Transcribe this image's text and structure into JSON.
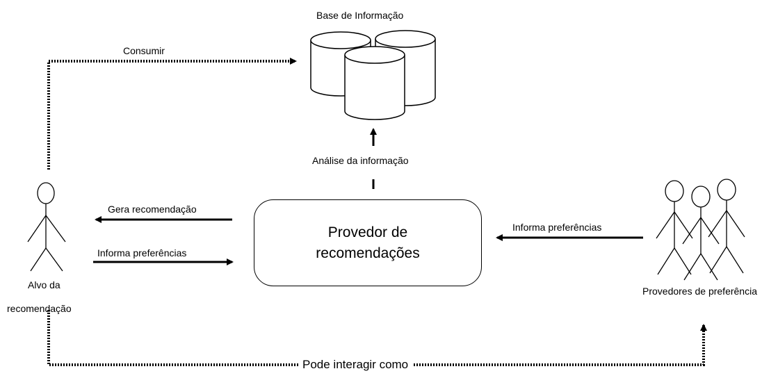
{
  "diagram": {
    "db_label": "Base de Informação",
    "consume_label": "Consumir",
    "analysis_label": "Análise da informação",
    "provider": {
      "line1": "Provedor de",
      "line2": "recomendações"
    },
    "gera_label": "Gera recomendação",
    "informa_left_label": "Informa preferências",
    "informa_right_label": "Informa preferências",
    "target": {
      "line1": "Alvo da",
      "line2": "recomendação"
    },
    "providers_label": "Provedores de preferência",
    "interact_label": "Pode interagir como",
    "colors": {
      "stroke": "#000000",
      "background": "#ffffff"
    }
  }
}
